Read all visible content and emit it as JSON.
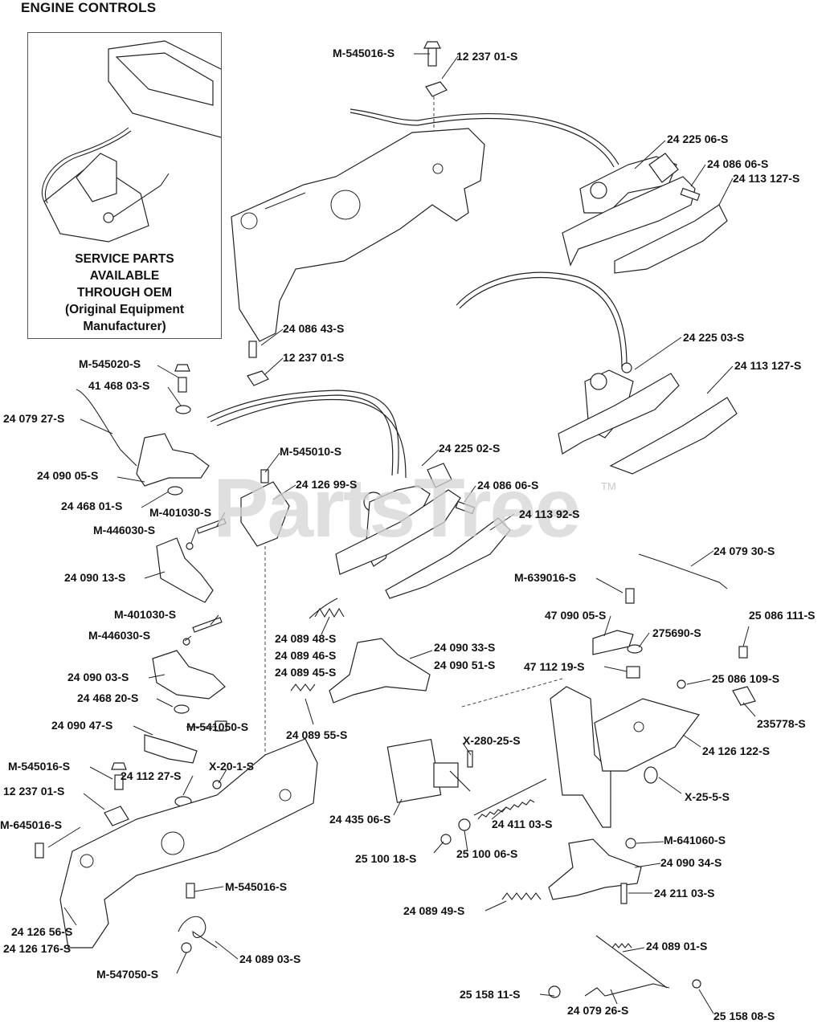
{
  "title": "ENGINE CONTROLS",
  "service_note": {
    "line1": "SERVICE PARTS",
    "line2": "AVAILABLE",
    "line3": "THROUGH OEM",
    "line4": "(Original Equipment",
    "line5": "Manufacturer)"
  },
  "watermark": {
    "text": "PartsTree",
    "tm": "TM"
  },
  "labels": [
    {
      "key": "m545016-top",
      "text": "M-545016-S"
    },
    {
      "key": "1223701-top",
      "text": "12 237 01-S"
    },
    {
      "key": "2422506",
      "text": "24 225 06-S"
    },
    {
      "key": "2408606-top",
      "text": "24 086 06-S"
    },
    {
      "key": "24113127-top",
      "text": "24 113 127-S"
    },
    {
      "key": "2422503",
      "text": "24 225 03-S"
    },
    {
      "key": "24113127-mid",
      "text": "24 113 127-S"
    },
    {
      "key": "2408643",
      "text": "24 086 43-S"
    },
    {
      "key": "1223701-mid",
      "text": "12 237 01-S"
    },
    {
      "key": "m545020",
      "text": "M-545020-S"
    },
    {
      "key": "4146803",
      "text": "41 468 03-S"
    },
    {
      "key": "2407927",
      "text": "24 079 27-S"
    },
    {
      "key": "2409005",
      "text": "24 090 05-S"
    },
    {
      "key": "2446801",
      "text": "24 468 01-S"
    },
    {
      "key": "m545010",
      "text": "M-545010-S"
    },
    {
      "key": "2422502",
      "text": "24 225 02-S"
    },
    {
      "key": "2412699",
      "text": "24 126 99-S"
    },
    {
      "key": "2408606-mid",
      "text": "24 086 06-S"
    },
    {
      "key": "2411392",
      "text": "24 113 92-S"
    },
    {
      "key": "m401030-a",
      "text": "M-401030-S"
    },
    {
      "key": "m446030-a",
      "text": "M-446030-S"
    },
    {
      "key": "2409013",
      "text": "24 090 13-S"
    },
    {
      "key": "2407930",
      "text": "24 079 30-S"
    },
    {
      "key": "m639016",
      "text": "M-639016-S"
    },
    {
      "key": "m401030-b",
      "text": "M-401030-S"
    },
    {
      "key": "m446030-b",
      "text": "M-446030-S"
    },
    {
      "key": "2408948",
      "text": "24 089 48-S"
    },
    {
      "key": "2408946",
      "text": "24 089 46-S"
    },
    {
      "key": "2408945",
      "text": "24 089 45-S"
    },
    {
      "key": "4709005",
      "text": "47 090 05-S"
    },
    {
      "key": "275690",
      "text": "275690-S"
    },
    {
      "key": "25086111",
      "text": "25 086 111-S"
    },
    {
      "key": "2409033",
      "text": "24 090 33-S"
    },
    {
      "key": "2409051",
      "text": "24 090 51-S"
    },
    {
      "key": "4711219",
      "text": "47 112 19-S"
    },
    {
      "key": "2409003",
      "text": "24 090 03-S"
    },
    {
      "key": "25086109",
      "text": "25 086 109-S"
    },
    {
      "key": "2446820",
      "text": "24 468 20-S"
    },
    {
      "key": "235778",
      "text": "235778-S"
    },
    {
      "key": "2409047",
      "text": "24 090 47-S"
    },
    {
      "key": "m541050",
      "text": "M-541050-S"
    },
    {
      "key": "2408955",
      "text": "24 089 55-S"
    },
    {
      "key": "x2802 5",
      "text": "X-280-25-S"
    },
    {
      "key": "24126122",
      "text": "24 126 122-S"
    },
    {
      "key": "m545016-mid",
      "text": "M-545016-S"
    },
    {
      "key": "2411227",
      "text": "24 112 27-S"
    },
    {
      "key": "x201",
      "text": "X-20-1-S"
    },
    {
      "key": "1223701-bot",
      "text": "12 237 01-S"
    },
    {
      "key": "x255",
      "text": "X-25-5-S"
    },
    {
      "key": "m645016",
      "text": "M-645016-S"
    },
    {
      "key": "2443506",
      "text": "24 435 06-S"
    },
    {
      "key": "2441103",
      "text": "24 411 03-S"
    },
    {
      "key": "m641060",
      "text": "M-641060-S"
    },
    {
      "key": "2510018",
      "text": "25 100 18-S"
    },
    {
      "key": "2510006",
      "text": "25 100 06-S"
    },
    {
      "key": "2409034",
      "text": "24 090 34-S"
    },
    {
      "key": "m545016-bot",
      "text": "M-545016-S"
    },
    {
      "key": "2421103",
      "text": "24 211 03-S"
    },
    {
      "key": "2408949",
      "text": "24 089 49-S"
    },
    {
      "key": "2412656",
      "text": "24 126 56-S"
    },
    {
      "key": "24126176",
      "text": "24 126 176-S"
    },
    {
      "key": "2408903",
      "text": "24 089 03-S"
    },
    {
      "key": "m547050",
      "text": "M-547050-S"
    },
    {
      "key": "2408901",
      "text": "24 089 01-S"
    },
    {
      "key": "2515811",
      "text": "25 158 11-S"
    },
    {
      "key": "2407926",
      "text": "24 079 26-S"
    },
    {
      "key": "2515808",
      "text": "25 158 08-S"
    }
  ]
}
